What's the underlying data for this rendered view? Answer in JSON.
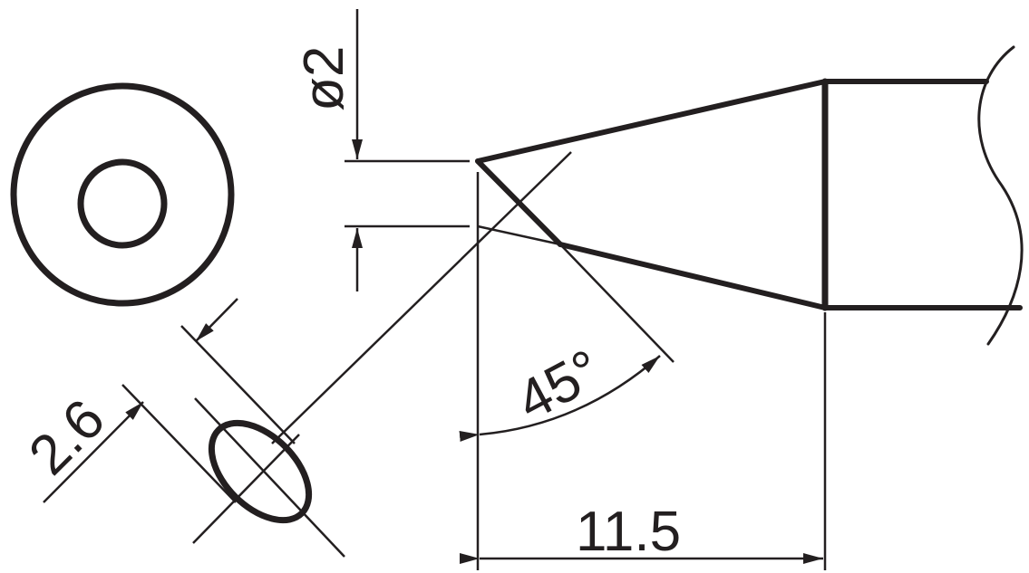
{
  "dimensions": {
    "diameter": "ø2",
    "width": "2.6",
    "angle": "45°",
    "length": "11.5"
  },
  "colors": {
    "stroke": "#231f20",
    "background": "#ffffff"
  }
}
